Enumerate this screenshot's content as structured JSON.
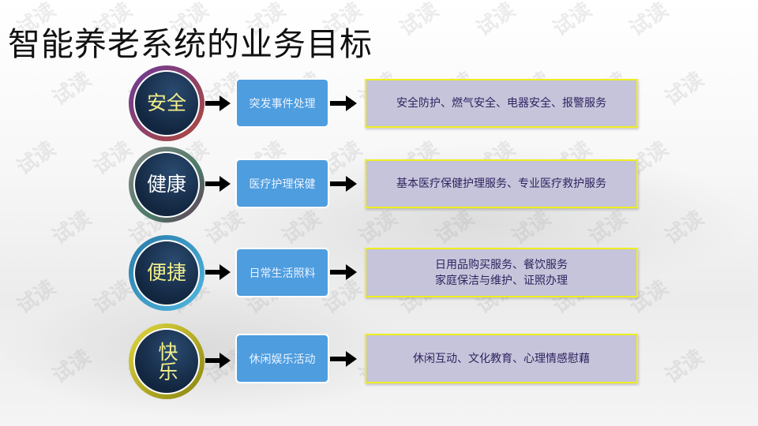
{
  "title": "智能养老系统的业务目标",
  "watermark": "试读",
  "rows": [
    {
      "goal": "安全",
      "service": "突发事件处理",
      "details": [
        "安全防护、燃气安全、电器安全、报警服务"
      ],
      "ring_color": "#9a4a4a"
    },
    {
      "goal": "健康",
      "service": "医疗护理保健",
      "details": [
        "基本医疗保健护理服务、专业医疗救护服务"
      ],
      "ring_color": "#5f8a78"
    },
    {
      "goal": "便捷",
      "service": "日常生活照料",
      "details": [
        "日用品购买服务、餐饮服务",
        "家庭保洁与维护、证照办理"
      ],
      "ring_color": "#3aa0c8"
    },
    {
      "goal": "快乐",
      "service": "休闲娱乐活动",
      "details": [
        "休闲互动、文化教育、心理情感慰藉"
      ],
      "ring_color": "#c8c020"
    }
  ]
}
